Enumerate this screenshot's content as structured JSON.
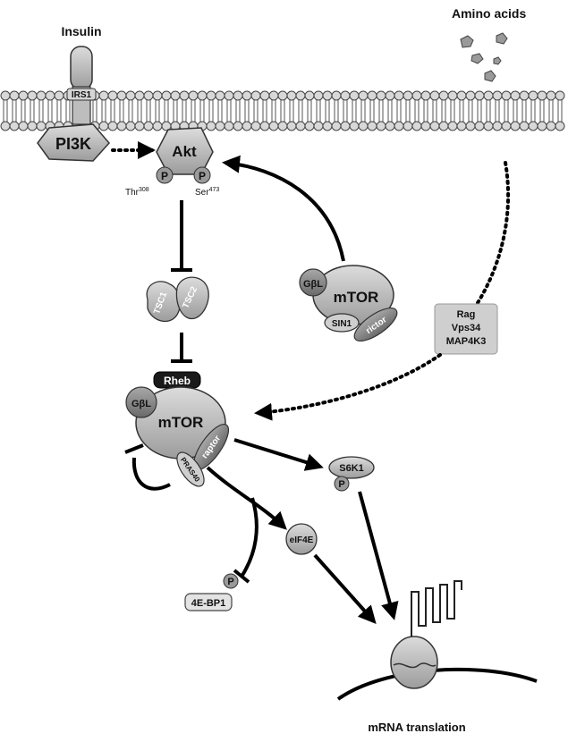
{
  "labels": {
    "insulin": "Insulin",
    "amino_acids": "Amino acids",
    "irs1": "IRS1",
    "pi3k": "PI3K",
    "akt": "Akt",
    "akt_p1": "P",
    "akt_p2": "P",
    "thr": "Thr",
    "thr_sup": "308",
    "ser": "Ser",
    "ser_sup": "473",
    "tsc1": "TSC1",
    "tsc2": "TSC2",
    "rheb": "Rheb",
    "gbl_1": "GβL",
    "mtor_1": "mTOR",
    "raptor": "raptor",
    "pras40": "PRAS40",
    "gbl_2": "GβL",
    "mtor_2": "mTOR",
    "sin1": "SIN1",
    "rictor": "rictor",
    "rag_lines": [
      "Rag",
      "Vps34",
      "MAP4K3"
    ],
    "s6k1": "S6K1",
    "s6k1_p": "P",
    "eif4e": "eIF4E",
    "bp1": "4E-BP1",
    "bp1_p": "P",
    "mrna": "mRNA translation"
  },
  "colors": {
    "protein": "#b9b9b9",
    "protein_dark": "#8a8a8a",
    "rheb": "#1a1a1a",
    "phospho": "#9a9a9a",
    "arrow": "#000000"
  }
}
